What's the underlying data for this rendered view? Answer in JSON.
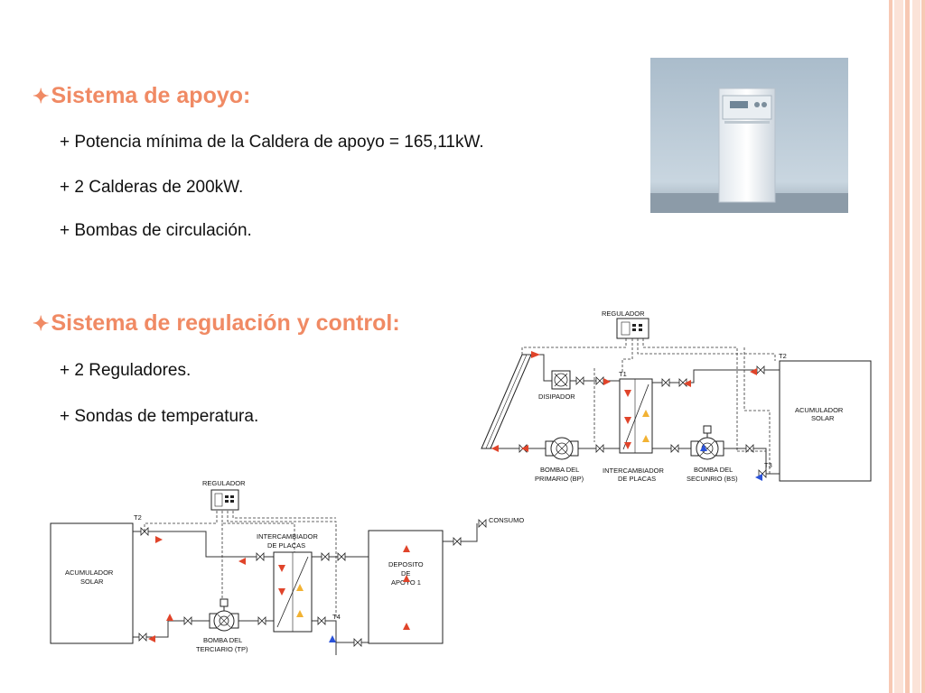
{
  "slide": {
    "heading1": "Sistema de apoyo:",
    "bullets1": [
      "+ Potencia mínima de la Caldera de apoyo = 165,11kW.",
      "+ 2 Calderas de 200kW.",
      "+ Bombas de circulación."
    ],
    "heading2": "Sistema de regulación y control:",
    "bullets2": [
      "+ 2 Reguladores.",
      "+ Sondas de temperatura."
    ],
    "star_glyph": "✦"
  },
  "diagram1": {
    "regulador": "REGULADOR",
    "disipador": "DISIPADOR",
    "t1": "T1",
    "t2": "T2",
    "t3": "T3",
    "acumulador_line1": "ACUMULADOR",
    "acumulador_line2": "SOLAR",
    "bomba_primario_line1": "BOMBA DEL",
    "bomba_primario_line2": "PRIMARIO (BP)",
    "intercambiador_line1": "INTERCAMBIADOR",
    "intercambiador_line2": "DE PLACAS",
    "bomba_secundario_line1": "BOMBA DEL",
    "bomba_secundario_line2": "SECUNRIO (BS)"
  },
  "diagram2": {
    "regulador": "REGULADOR",
    "t2": "T2",
    "t4": "T4",
    "acumulador_line1": "ACUMULADOR",
    "acumulador_line2": "SOLAR",
    "intercambiador_line1": "INTERCAMBIADOR",
    "intercambiador_line2": "DE PLACAS",
    "deposito_line1": "DEPOSITO",
    "deposito_line2": "DE",
    "deposito_line3": "APOYO 1",
    "consumo": "CONSUMO",
    "bomba_terciario_line1": "BOMBA DEL",
    "bomba_terciario_line2": "TERCIARIO (TP)"
  },
  "colors": {
    "heading": "#f08a64",
    "stripe_light": "#fbe3d8",
    "stripe_mid": "#f7c9b4",
    "arrow_red": "#e0442a",
    "arrow_blue": "#2a52d9",
    "arrow_yellow": "#f2b233"
  }
}
